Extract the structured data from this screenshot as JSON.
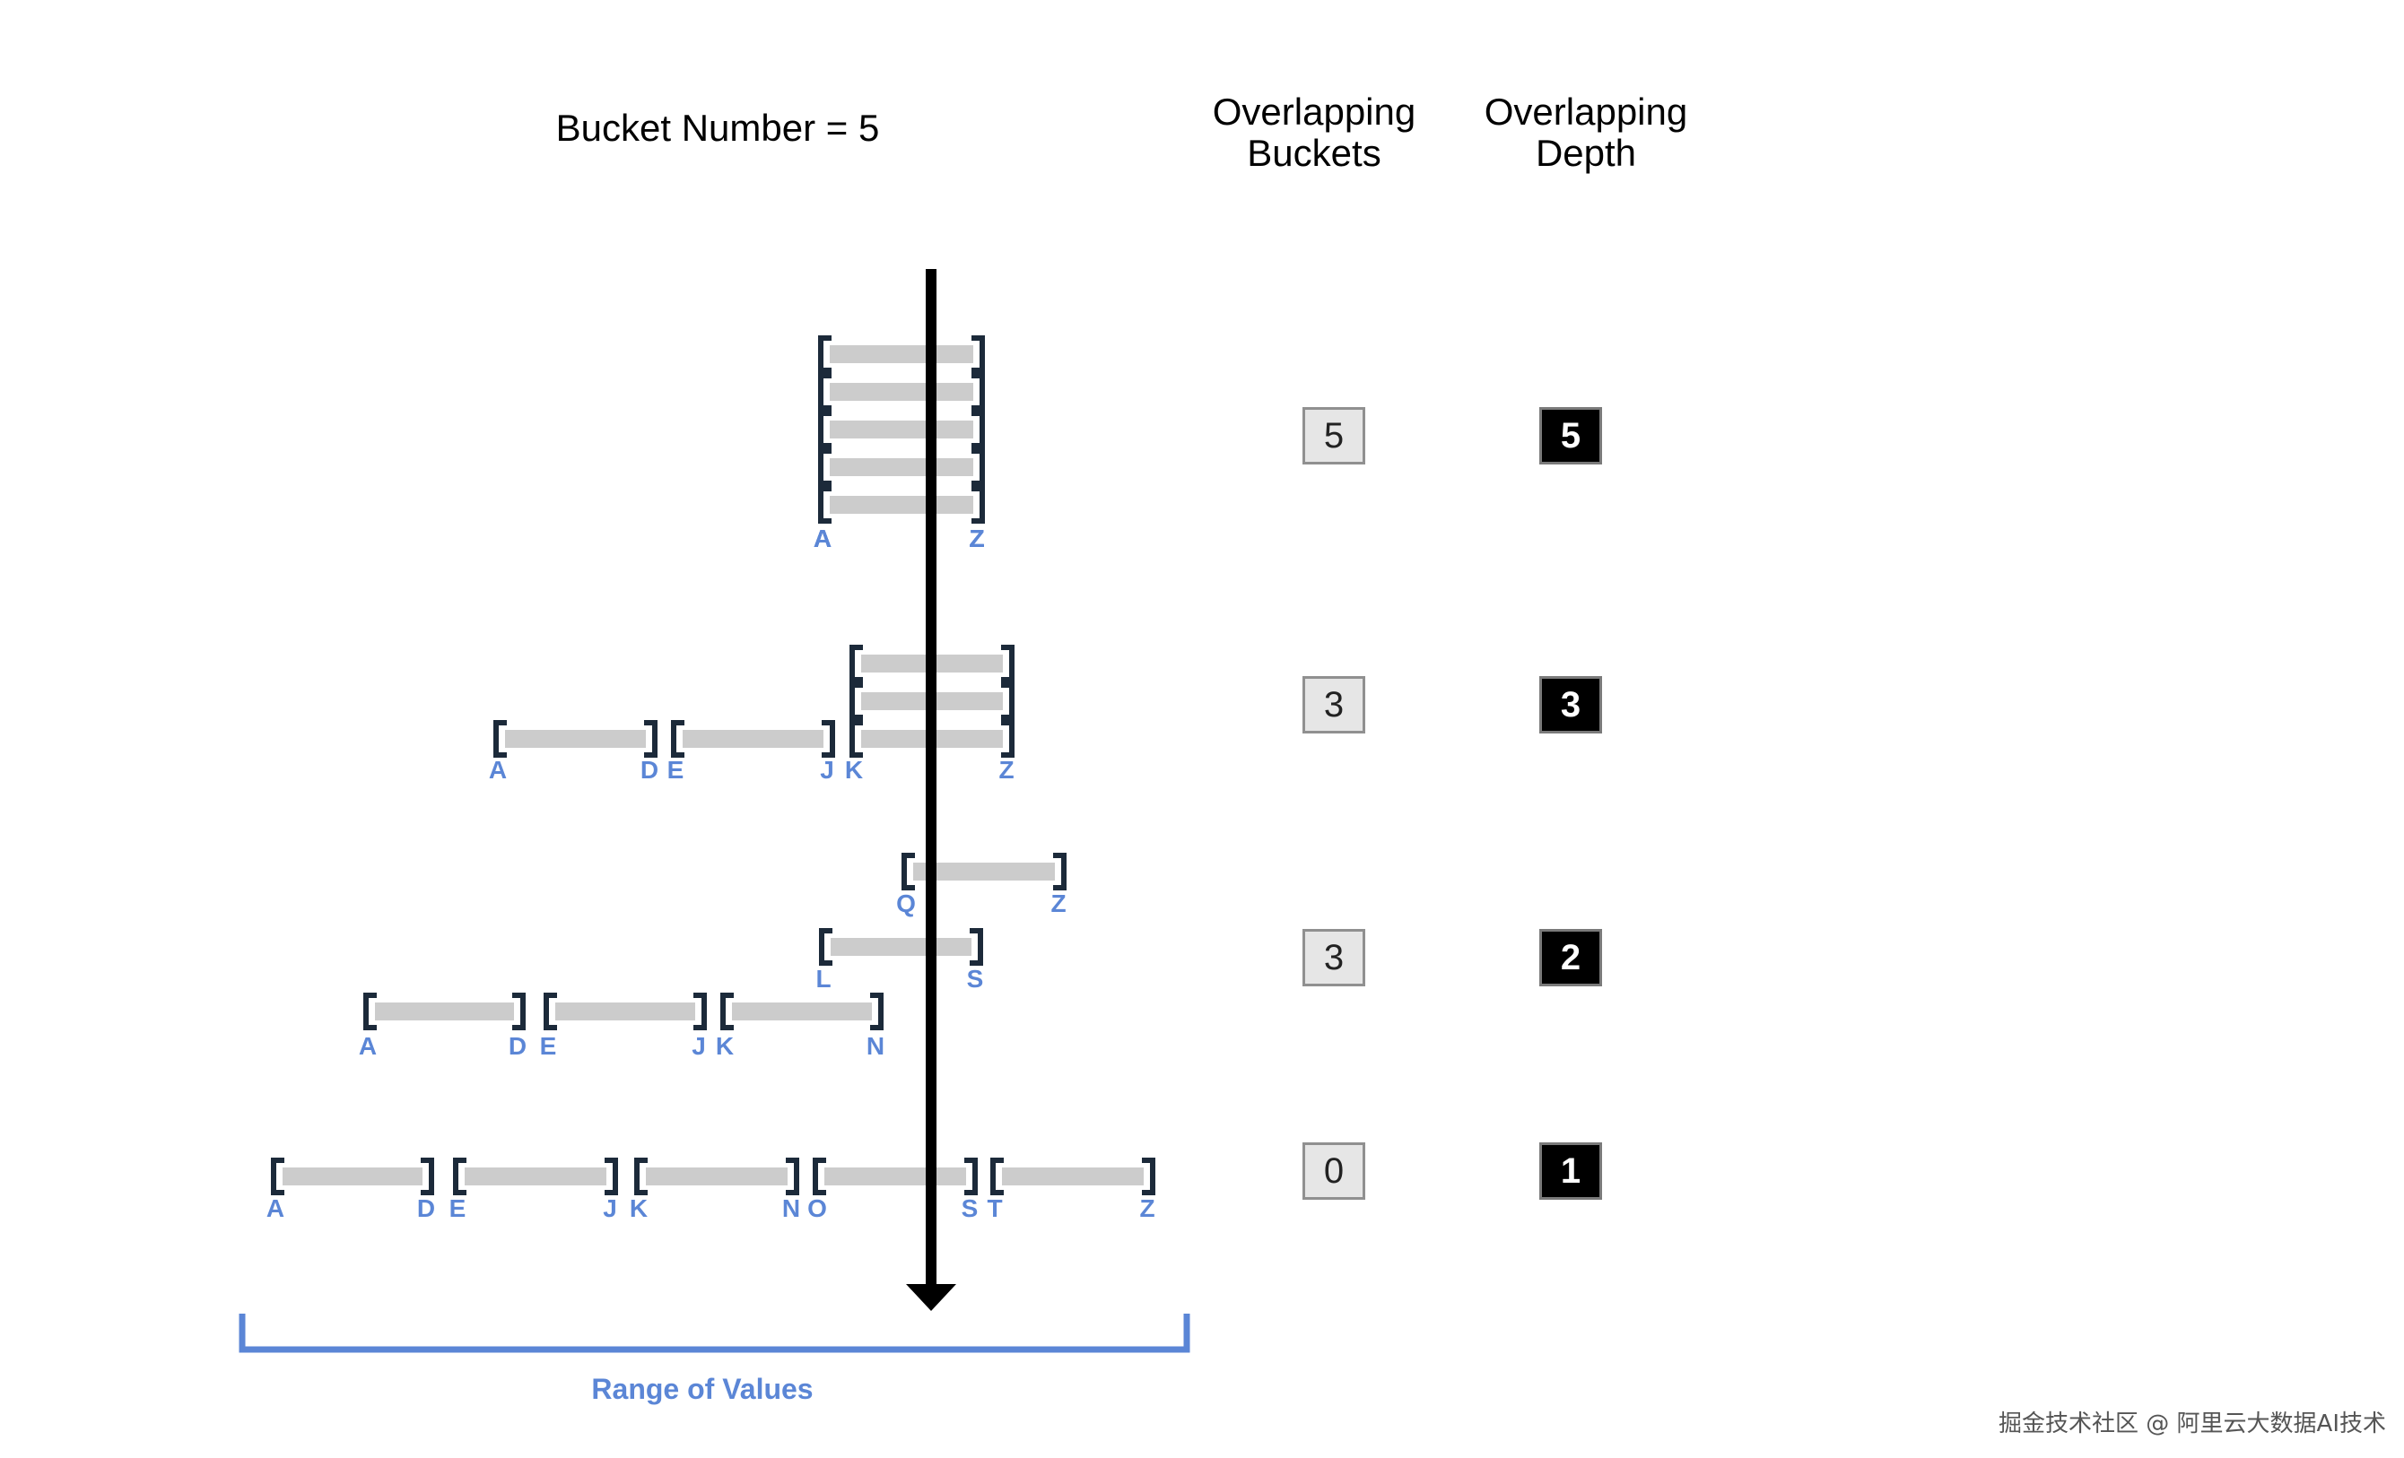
{
  "title": "Bucket Number = 5",
  "columns": {
    "overlapping_buckets": "Overlapping\nBuckets",
    "overlapping_depth": "Overlapping\nDepth"
  },
  "range_label": "Range of Values",
  "watermark": "掘金技术社区 @ 阿里云大数据AI技术",
  "colors": {
    "bar": "#cccccc",
    "bracket": "#1c2a3a",
    "label": "#5b86d6",
    "arrow": "#000000",
    "range": "#5b86d6"
  },
  "rows": [
    {
      "overlapping_buckets": "5",
      "overlapping_depth": "5",
      "buckets": [
        {
          "start": "A",
          "end": "Z"
        },
        {
          "start": "A",
          "end": "Z"
        },
        {
          "start": "A",
          "end": "Z"
        },
        {
          "start": "A",
          "end": "Z"
        },
        {
          "start": "A",
          "end": "Z"
        }
      ]
    },
    {
      "overlapping_buckets": "3",
      "overlapping_depth": "3",
      "buckets": [
        {
          "start": "A",
          "end": "D"
        },
        {
          "start": "E",
          "end": "J"
        },
        {
          "start": "K",
          "end": "Z"
        },
        {
          "start": "K",
          "end": "Z"
        },
        {
          "start": "K",
          "end": "Z"
        }
      ]
    },
    {
      "overlapping_buckets": "3",
      "overlapping_depth": "2",
      "buckets": [
        {
          "start": "A",
          "end": "D"
        },
        {
          "start": "E",
          "end": "J"
        },
        {
          "start": "K",
          "end": "N"
        },
        {
          "start": "L",
          "end": "S"
        },
        {
          "start": "Q",
          "end": "Z"
        }
      ]
    },
    {
      "overlapping_buckets": "0",
      "overlapping_depth": "1",
      "buckets": [
        {
          "start": "A",
          "end": "D"
        },
        {
          "start": "E",
          "end": "J"
        },
        {
          "start": "K",
          "end": "N"
        },
        {
          "start": "O",
          "end": "S"
        },
        {
          "start": "T",
          "end": "Z"
        }
      ]
    }
  ]
}
